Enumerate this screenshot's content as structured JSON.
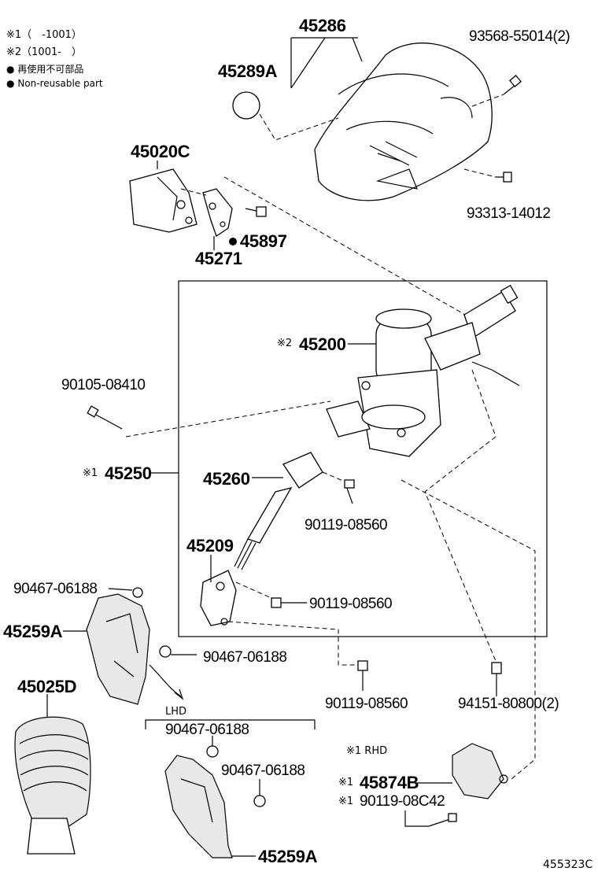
{
  "legend": {
    "note1": "※1（　-1001）",
    "note2": "※2（1001-　）",
    "nonreusable_jp": "再使用不可部品",
    "nonreusable_en": "Non-reusable part"
  },
  "labels": {
    "p45286": "45286",
    "p93568": "93568-55014(2)",
    "p45289A": "45289A",
    "p45020C": "45020C",
    "p93313": "93313-14012",
    "p45897": "45897",
    "p45271": "45271",
    "p45200_mark": "※2",
    "p45200": "45200",
    "p90105": "90105-08410",
    "p45250_mark": "※1",
    "p45250": "45250",
    "p45260": "45260",
    "p90119a": "90119-08560",
    "p45209": "45209",
    "p90467a": "90467-06188",
    "p90119b": "90119-08560",
    "p45259A_top": "45259A",
    "p90467b": "90467-06188",
    "p45025D": "45025D",
    "p90119c": "90119-08560",
    "p94151": "94151-80800(2)",
    "lhd": "LHD",
    "p90467c": "90467-06188",
    "p90467d": "90467-06188",
    "rhd": "※1 RHD",
    "p45874B_mark": "※1",
    "p45874B": "45874B",
    "p90119d_mark": "※1",
    "p90119d": "90119-08C42",
    "p45259A_bot": "45259A",
    "figure_id": "455323C"
  }
}
